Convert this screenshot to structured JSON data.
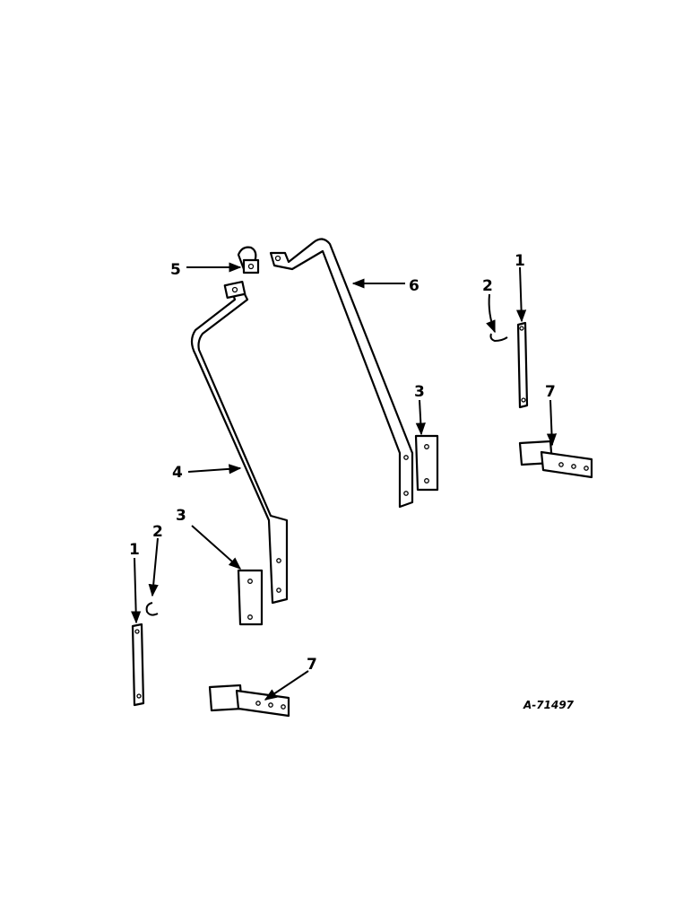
{
  "diagram": {
    "reference_code": "A-71497",
    "callouts": {
      "c1_left": "1",
      "c2_left": "2",
      "c3_left": "3",
      "c4": "4",
      "c5": "5",
      "c6": "6",
      "c7_bottom": "7",
      "c1_right": "1",
      "c2_right": "2",
      "c3_right": "3",
      "c7_right": "7"
    }
  }
}
